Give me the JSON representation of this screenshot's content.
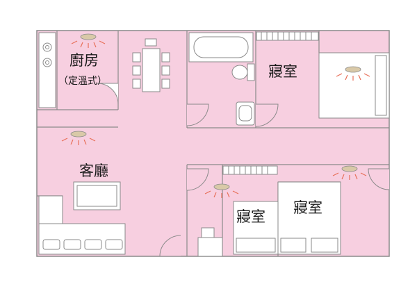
{
  "rooms": {
    "kitchen": {
      "name": "廚房",
      "note": "（定溫式）"
    },
    "living": {
      "name": "客廳"
    },
    "bedroom_top_right": {
      "name": "寢室"
    },
    "bedroom_small": {
      "name": "寢室"
    },
    "bedroom_bottom_right": {
      "name": "寢室"
    }
  },
  "colors": {
    "floor": "#f7cfe0",
    "wall": "#8a8a8a",
    "furniture": "#ffffff",
    "detector_ray": "#e8705a",
    "detector_body": "#d9c9a8"
  },
  "icons": [
    "smoke-detector-icon",
    "stove-icon",
    "dining-table-icon",
    "bathtub-icon",
    "toilet-icon",
    "bed-icon",
    "sofa-icon",
    "desk-icon"
  ]
}
